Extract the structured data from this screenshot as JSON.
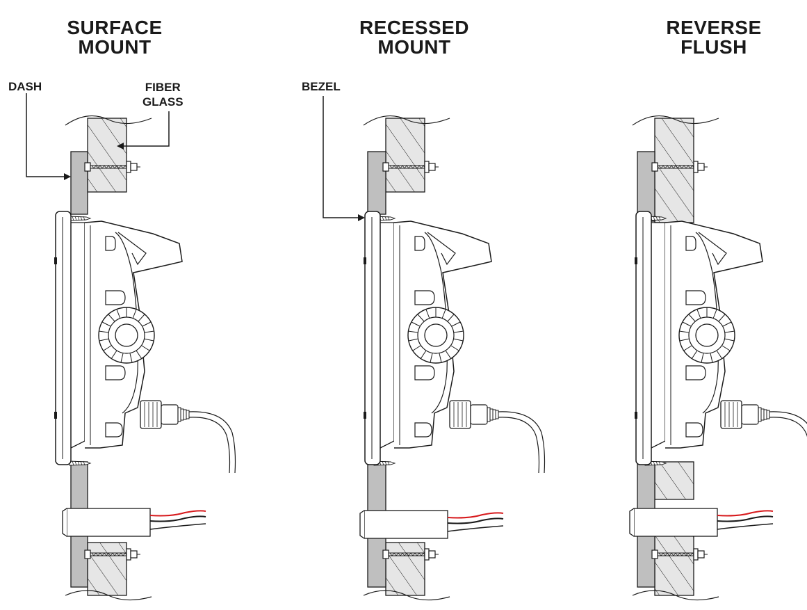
{
  "headings": {
    "surface": [
      "SURFACE",
      "MOUNT"
    ],
    "recessed": [
      "RECESSED",
      "MOUNT"
    ],
    "reverse": [
      "REVERSE",
      "FLUSH"
    ]
  },
  "callouts": {
    "dash": "DASH",
    "fiberglass": [
      "FIBER",
      "GLASS"
    ],
    "bezel": "BEZEL"
  },
  "colors": {
    "dash_gray": "#bfbfbf",
    "fiberglass_gray": "#e6e6e6",
    "line": "#1a1a1a",
    "wire_red": "#d7191c",
    "wire_black": "#1a1a1a"
  }
}
